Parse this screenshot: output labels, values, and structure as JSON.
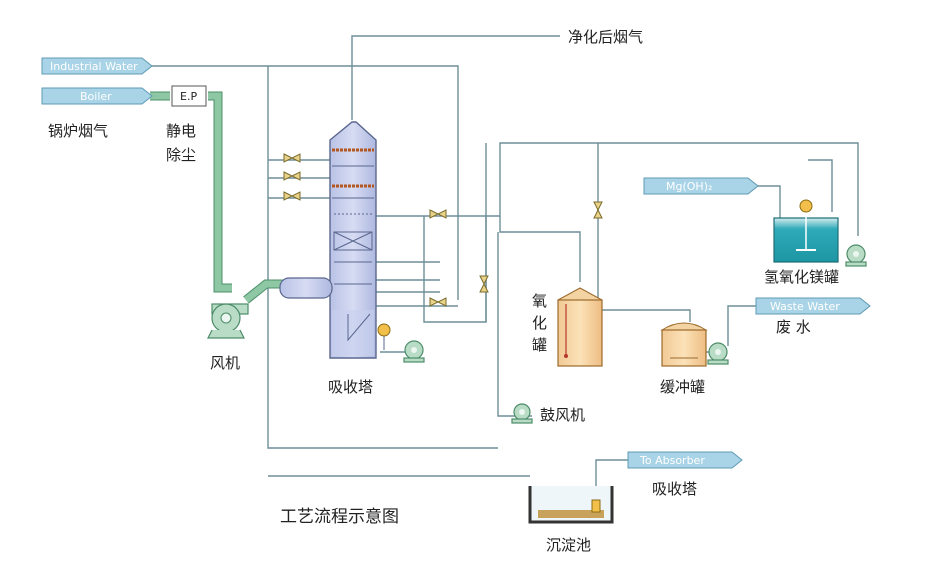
{
  "title": "工艺流程示意图",
  "tags": {
    "industrial_water": "Industrial Water",
    "boiler": "Boiler",
    "mg_oh": "Mg(OH)₂",
    "waste_water": "Waste Water",
    "to_absorber": "To Absorber"
  },
  "equipment": {
    "ep": "E.P",
    "ep_label_1": "静电",
    "ep_label_2": "除尘",
    "boiler_flue_gas": "锅炉烟气",
    "fan": "风机",
    "absorber": "吸收塔",
    "clean_gas": "净化后烟气",
    "oxidation_1": "氧",
    "oxidation_2": "化",
    "oxidation_3": "罐",
    "buffer_tank": "缓冲罐",
    "mg_tank": "氢氧化镁罐",
    "waste_water": "废 水",
    "blower": "鼓风机",
    "settling_tank": "沉淀池",
    "absorber_return": "吸收塔"
  }
}
